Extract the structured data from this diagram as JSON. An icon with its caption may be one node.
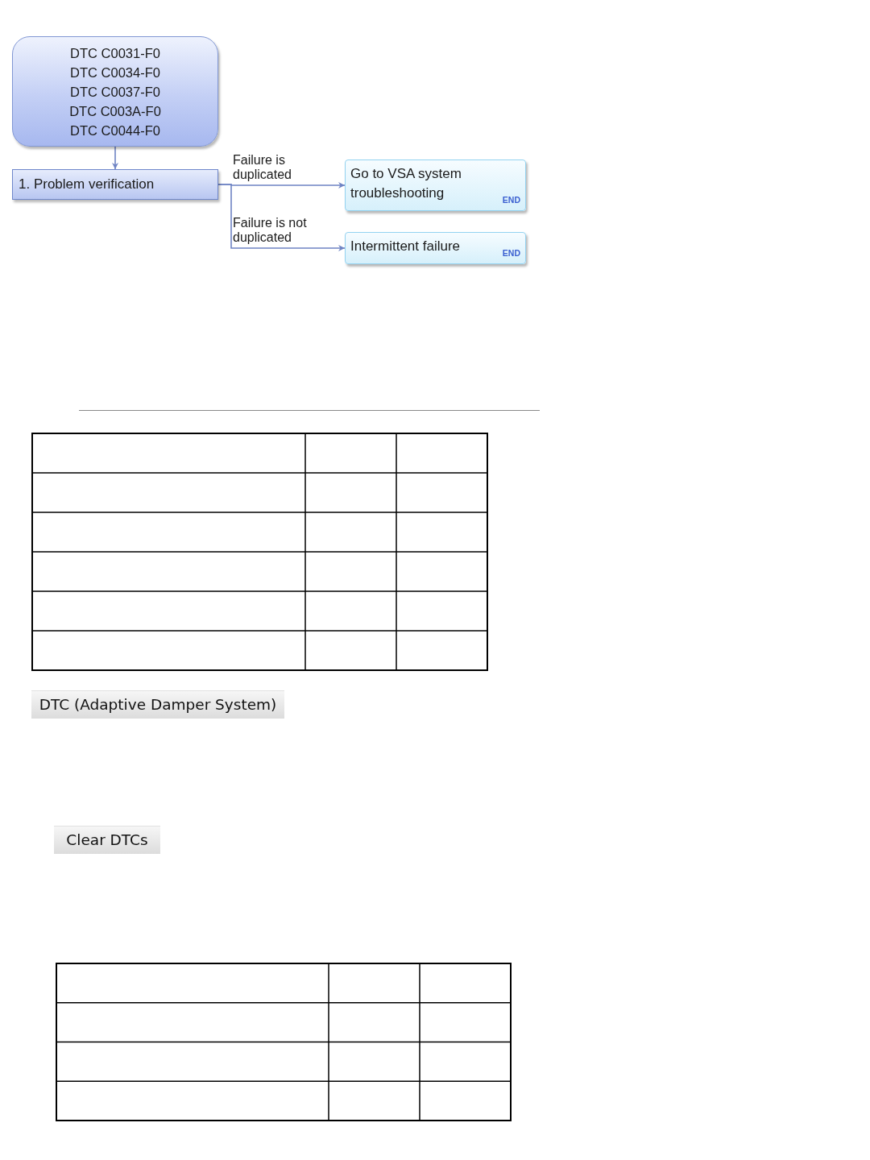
{
  "diagram": {
    "nodes": [
      {
        "text": [
          "DTC C0031-F0",
          "DTC C0034-F0",
          "DTC C0037-F0",
          "DTC C003A-F0",
          "DTC C0044-F0"
        ]
      },
      {
        "text": [
          "1. Problem verification"
        ]
      },
      {
        "text": [
          "Go to VSA system troubleshooting",
          "END"
        ]
      },
      {
        "text": [
          "Intermittent failure",
          "END"
        ]
      }
    ],
    "edges": [
      {
        "from": 0,
        "to": 1,
        "arrow": "to"
      },
      {
        "from": 1,
        "to": 2,
        "arrow": "to",
        "label": "Failure is duplicated"
      },
      {
        "from": 1,
        "to": 3,
        "arrow": "to",
        "label": "Failure is not duplicated"
      }
    ],
    "labels": [
      "DTC (Adaptive Damper System)",
      "Clear DTCs"
    ]
  }
}
